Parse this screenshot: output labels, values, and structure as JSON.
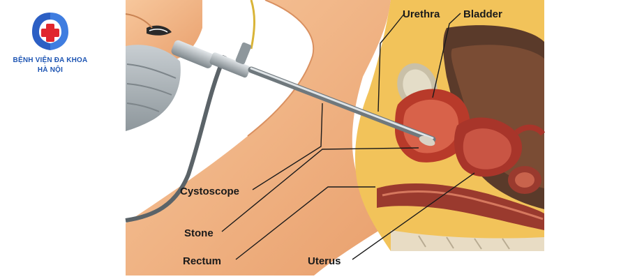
{
  "logo": {
    "icon": "medical-cross-icon",
    "line1": "BỆNH VIỆN ĐA KHOA",
    "line2": "HÀ NỘI",
    "colors": {
      "blue": "#2c5fc4",
      "red": "#e0262e"
    }
  },
  "labels": {
    "urethra": "Urethra",
    "bladder": "Bladder",
    "cystoscope": "Cystoscope",
    "stone": "Stone",
    "rectum": "Rectum",
    "uterus": "Uterus"
  },
  "colors": {
    "skin": "#f3b98a",
    "tissue": "#b83a2a",
    "fat": "#f2c35a",
    "mask": "#aeb4b8",
    "scope": "#9aa3a8"
  }
}
